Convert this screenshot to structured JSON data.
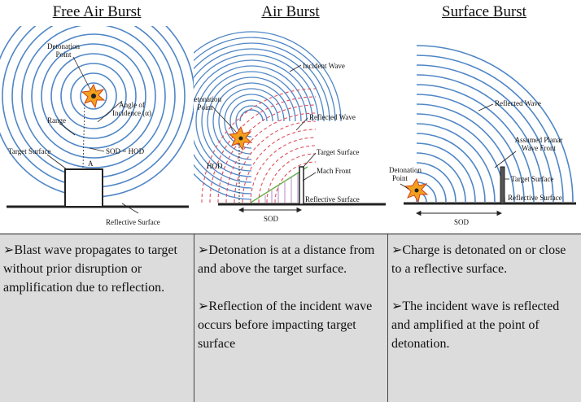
{
  "panels": [
    {
      "title": "Free Air Burst",
      "labels": {
        "detonation_point": [
          "Detonation",
          "Point"
        ],
        "angle": [
          "Angle of",
          "Incidence (α)"
        ],
        "range": "Range",
        "target_surface": "Target Surface",
        "sod_hod": "SOD = HOD",
        "a_mark": "A",
        "reflective_surface": "Reflective Surface"
      }
    },
    {
      "title": "Air Burst",
      "labels": {
        "incident_wave": "Incident Wave",
        "detonation_point": [
          "Detonation",
          "Point"
        ],
        "reflected_wave": "Reflected Wave",
        "target_surface": "Target Surface",
        "mach_front": "Mach Front",
        "hod": "HOD",
        "reflective_surface": "Reflective Surface",
        "sod": "SOD"
      }
    },
    {
      "title": "Surface Burst",
      "labels": {
        "reflected_wave": "Reflected Wave",
        "assumed_planar": [
          "Assumed Planar",
          "Wave Front"
        ],
        "detonation_point": [
          "Detonation",
          "Point"
        ],
        "target_surface": "Target Surface",
        "reflective_surface": "Reflective Surface",
        "sod": "SOD"
      }
    }
  ],
  "descriptions": [
    [
      "➢Blast wave propagates to target without prior disruption or amplification due to reflection."
    ],
    [
      "➢Detonation is at a distance from and above the target surface.",
      "➢Reflection of the incident wave occurs before impacting target surface"
    ],
    [
      "➢Charge is detonated on or close to a reflective surface.",
      "➢The incident wave is reflected and amplified at the point of detonation."
    ]
  ],
  "colors": {
    "wave": "#4f86c6",
    "reflected": "#e0505a",
    "mach": "#6ab04c",
    "explosion": "#f2a01e"
  }
}
